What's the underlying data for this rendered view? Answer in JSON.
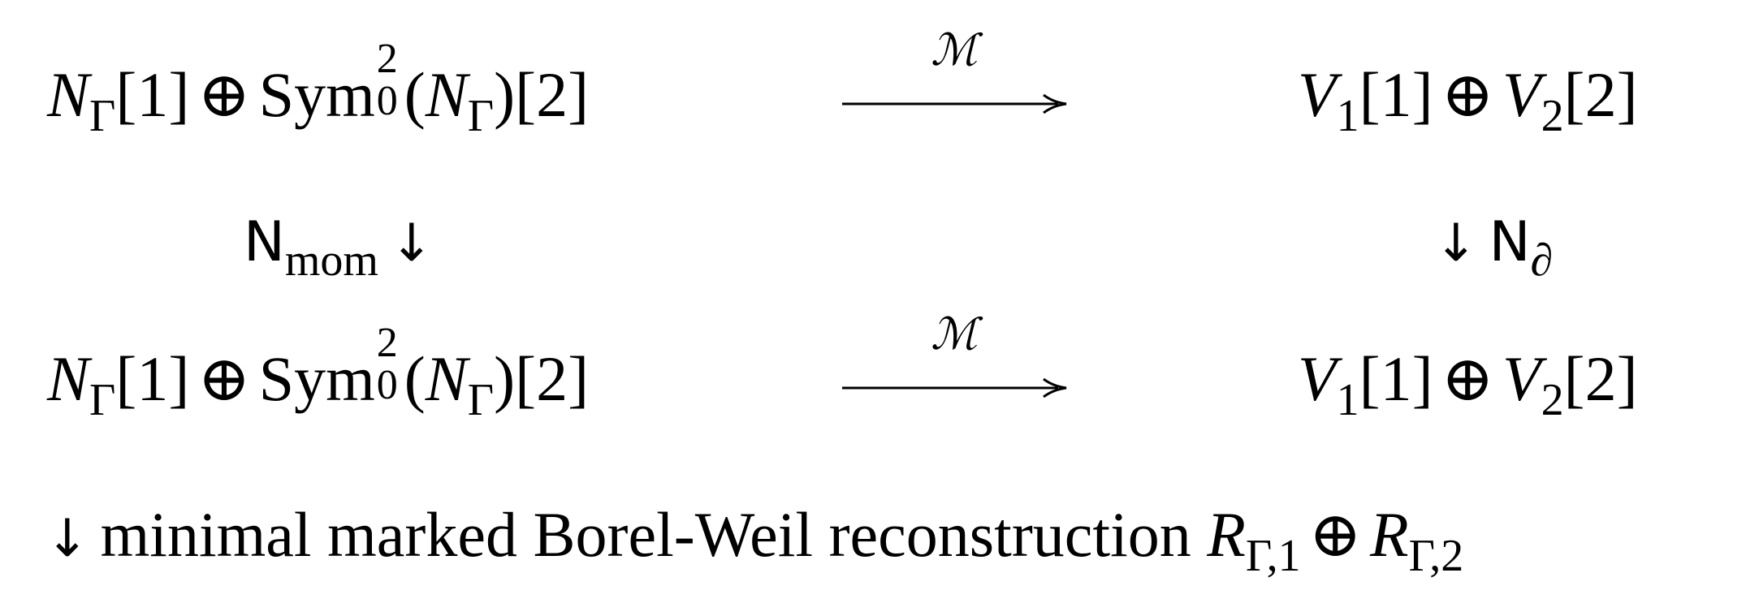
{
  "diagram": {
    "top_left": {
      "N": "N",
      "Gamma": "Γ",
      "shift1": "[1]",
      "oplus": "⊕",
      "Sym": "Sym",
      "sup": "2",
      "sub": "0",
      "paren_open": "(",
      "paren_close": ")",
      "shift2": "[2]"
    },
    "top_right": {
      "V": "V",
      "sub1": "1",
      "shift1": "[1]",
      "oplus": "⊕",
      "sub2": "2",
      "shift2": "[2]"
    },
    "arrow_label": "ℳ",
    "left_vertical": {
      "N": "N",
      "sub": "mom",
      "arrow": "↓"
    },
    "right_vertical": {
      "arrow": "↓",
      "N": "N",
      "sub": "∂"
    },
    "bottom_line": {
      "arrow": "↓",
      "text": "minimal marked Borel-Weil reconstruction",
      "R": "R",
      "sub1": "Γ,1",
      "oplus": "⊕",
      "sub2": "Γ,2"
    }
  }
}
